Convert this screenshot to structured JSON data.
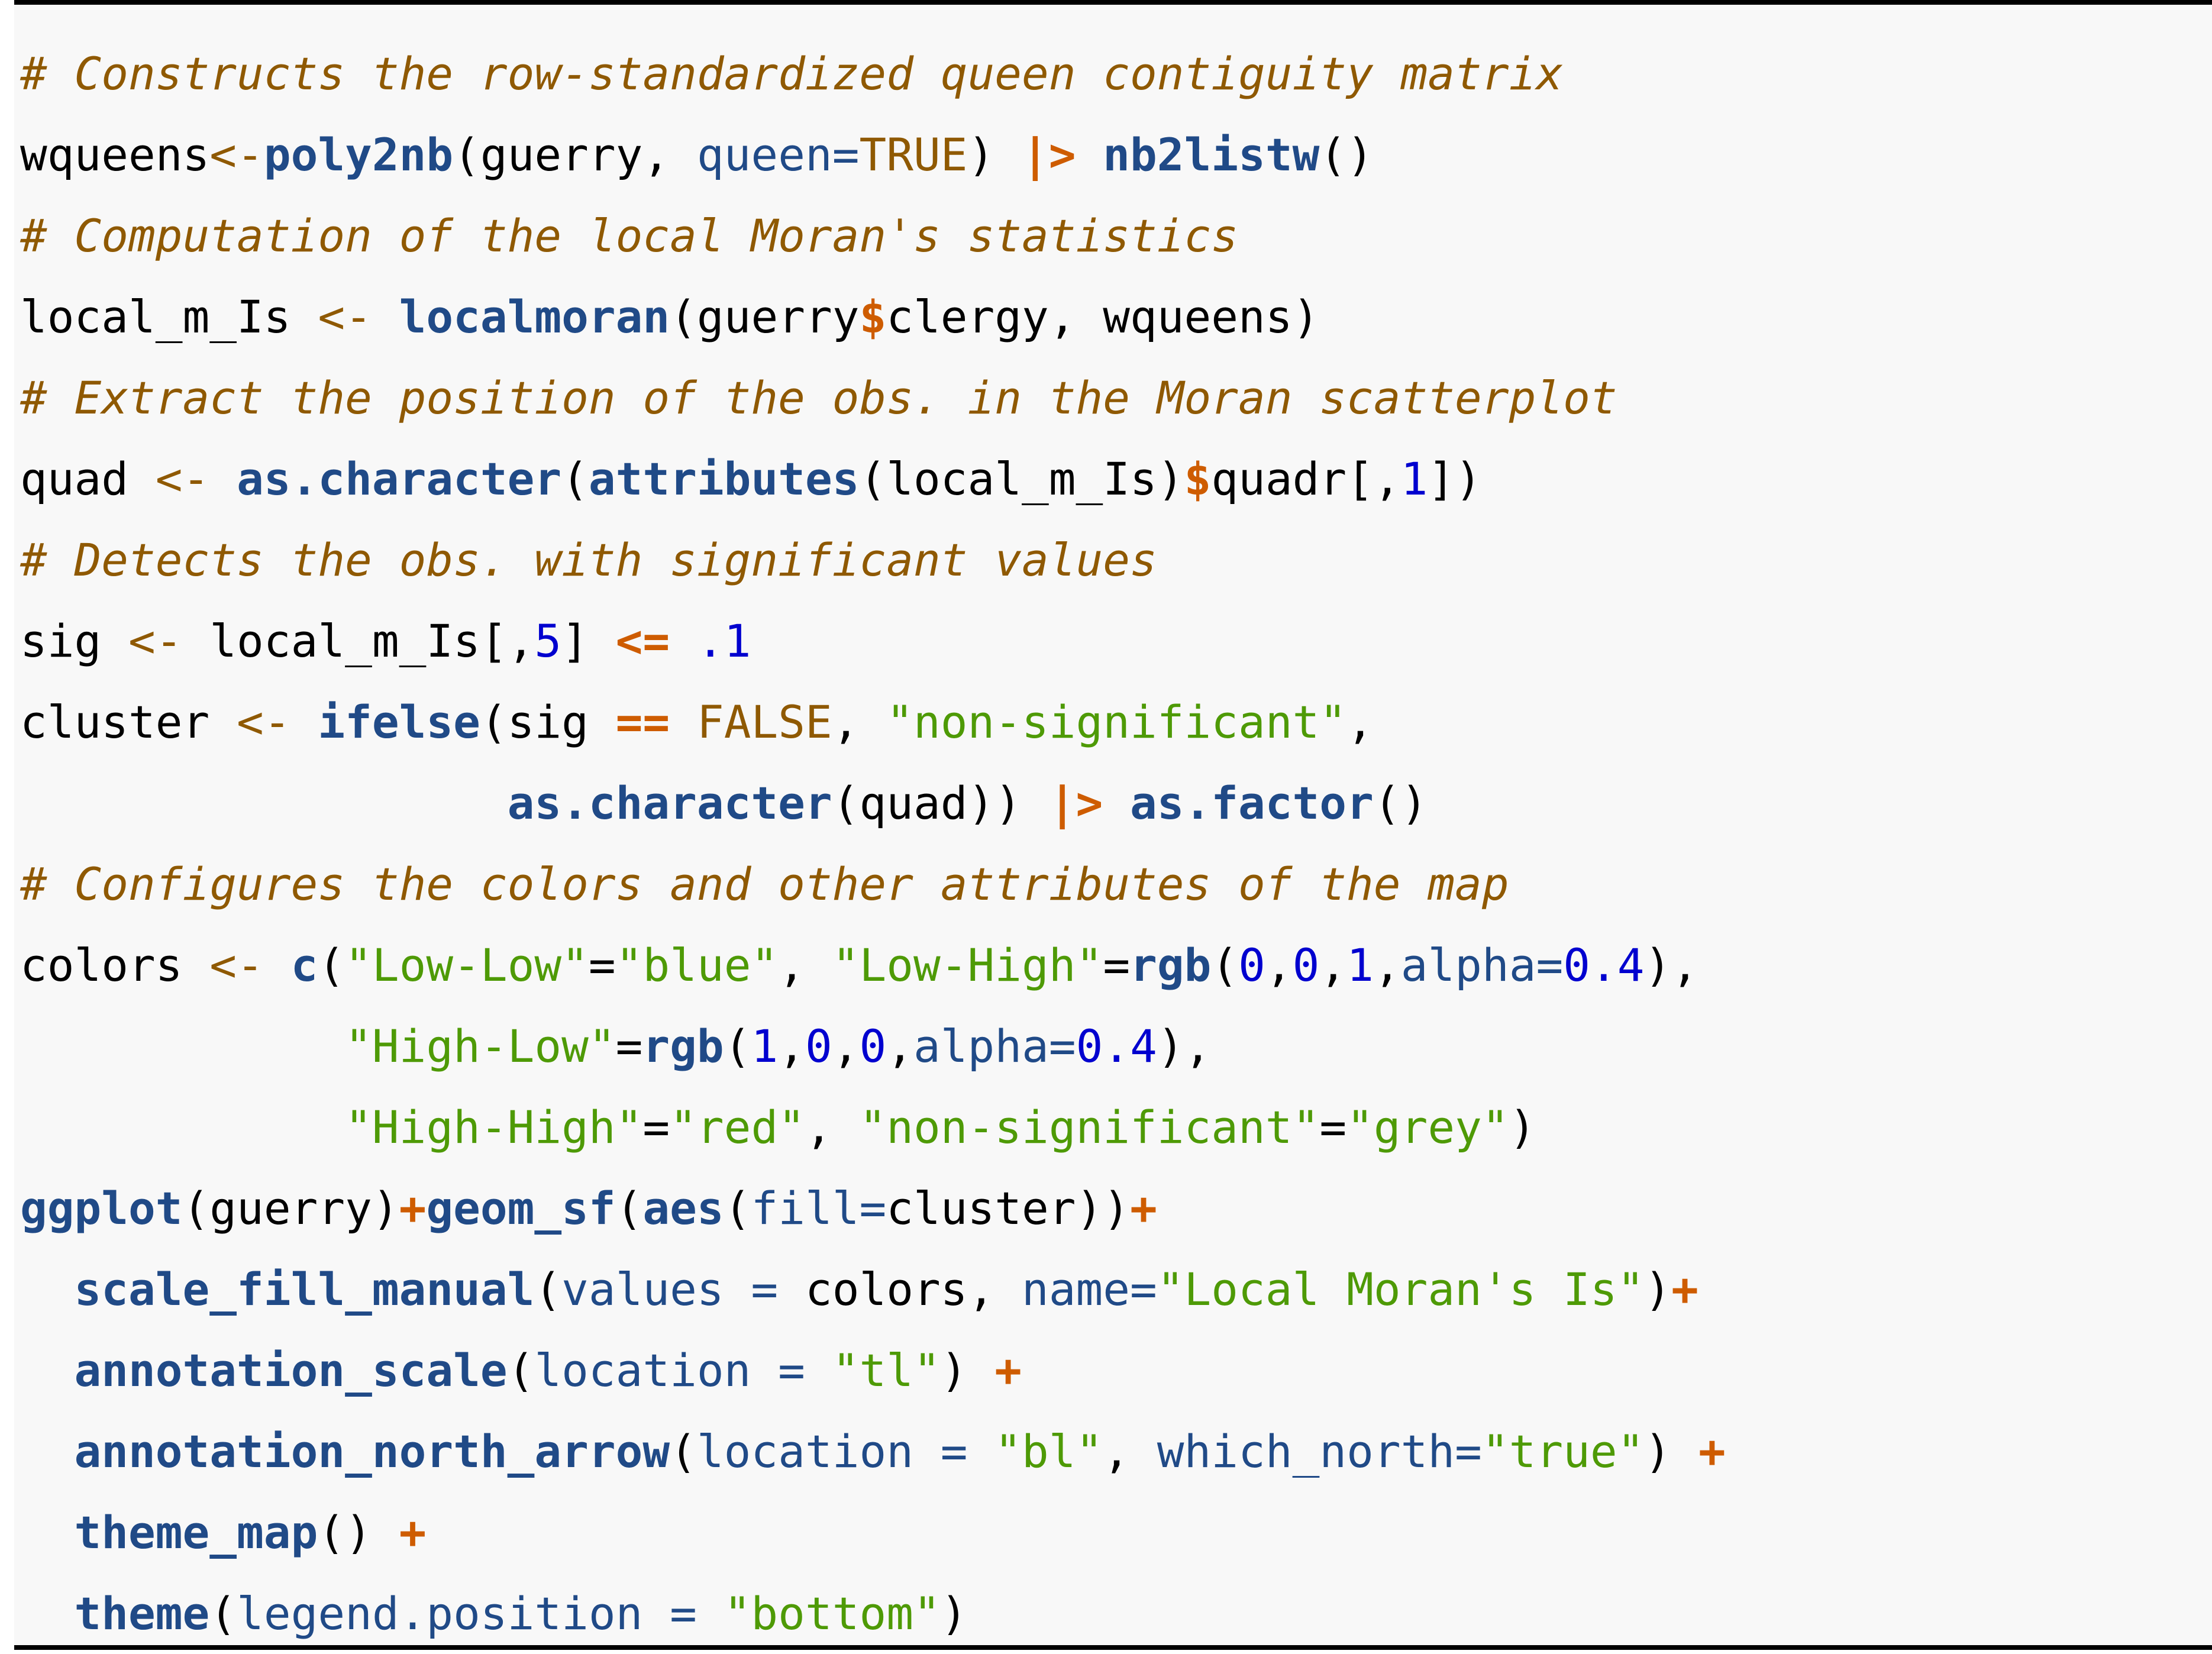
{
  "code": {
    "language": "r",
    "lines": [
      [
        {
          "t": "comment",
          "v": "# Constructs the row-standardized queen contiguity matrix"
        }
      ],
      [
        {
          "t": "plain",
          "v": "wqueens"
        },
        {
          "t": "assign",
          "v": "<-"
        },
        {
          "t": "function",
          "v": "poly2nb"
        },
        {
          "t": "plain",
          "v": "(guerry, "
        },
        {
          "t": "argument",
          "v": "queen="
        },
        {
          "t": "constant",
          "v": "TRUE"
        },
        {
          "t": "plain",
          "v": ") "
        },
        {
          "t": "operator",
          "v": "|>"
        },
        {
          "t": "plain",
          "v": " "
        },
        {
          "t": "function",
          "v": "nb2listw"
        },
        {
          "t": "plain",
          "v": "()"
        }
      ],
      [
        {
          "t": "comment",
          "v": "# Computation of the local Moran's statistics"
        }
      ],
      [
        {
          "t": "plain",
          "v": "local_m_Is "
        },
        {
          "t": "assign",
          "v": "<-"
        },
        {
          "t": "plain",
          "v": " "
        },
        {
          "t": "function",
          "v": "localmoran"
        },
        {
          "t": "plain",
          "v": "(guerry"
        },
        {
          "t": "operator",
          "v": "$"
        },
        {
          "t": "plain",
          "v": "clergy, wqueens)"
        }
      ],
      [
        {
          "t": "comment",
          "v": "# Extract the position of the obs. in the Moran scatterplot"
        }
      ],
      [
        {
          "t": "plain",
          "v": "quad "
        },
        {
          "t": "assign",
          "v": "<-"
        },
        {
          "t": "plain",
          "v": " "
        },
        {
          "t": "function",
          "v": "as.character"
        },
        {
          "t": "plain",
          "v": "("
        },
        {
          "t": "function",
          "v": "attributes"
        },
        {
          "t": "plain",
          "v": "(local_m_Is)"
        },
        {
          "t": "operator",
          "v": "$"
        },
        {
          "t": "plain",
          "v": "quadr[,"
        },
        {
          "t": "number",
          "v": "1"
        },
        {
          "t": "plain",
          "v": "])"
        }
      ],
      [
        {
          "t": "comment",
          "v": "# Detects the obs. with significant values"
        }
      ],
      [
        {
          "t": "plain",
          "v": "sig "
        },
        {
          "t": "assign",
          "v": "<-"
        },
        {
          "t": "plain",
          "v": " local_m_Is[,"
        },
        {
          "t": "number",
          "v": "5"
        },
        {
          "t": "plain",
          "v": "] "
        },
        {
          "t": "operator",
          "v": "<="
        },
        {
          "t": "plain",
          "v": " "
        },
        {
          "t": "number",
          "v": ".1"
        }
      ],
      [
        {
          "t": "plain",
          "v": "cluster "
        },
        {
          "t": "assign",
          "v": "<-"
        },
        {
          "t": "plain",
          "v": " "
        },
        {
          "t": "function",
          "v": "ifelse"
        },
        {
          "t": "plain",
          "v": "(sig "
        },
        {
          "t": "operator",
          "v": "=="
        },
        {
          "t": "plain",
          "v": " "
        },
        {
          "t": "constant",
          "v": "FALSE"
        },
        {
          "t": "plain",
          "v": ", "
        },
        {
          "t": "string",
          "v": "\"non-significant\""
        },
        {
          "t": "plain",
          "v": ","
        }
      ],
      [
        {
          "t": "plain",
          "v": "                  "
        },
        {
          "t": "function",
          "v": "as.character"
        },
        {
          "t": "plain",
          "v": "(quad)) "
        },
        {
          "t": "operator",
          "v": "|>"
        },
        {
          "t": "plain",
          "v": " "
        },
        {
          "t": "function",
          "v": "as.factor"
        },
        {
          "t": "plain",
          "v": "()"
        }
      ],
      [
        {
          "t": "comment",
          "v": "# Configures the colors and other attributes of the map"
        }
      ],
      [
        {
          "t": "plain",
          "v": "colors "
        },
        {
          "t": "assign",
          "v": "<-"
        },
        {
          "t": "plain",
          "v": " "
        },
        {
          "t": "function",
          "v": "c"
        },
        {
          "t": "plain",
          "v": "("
        },
        {
          "t": "string",
          "v": "\"Low-Low\""
        },
        {
          "t": "plain",
          "v": "="
        },
        {
          "t": "string",
          "v": "\"blue\""
        },
        {
          "t": "plain",
          "v": ", "
        },
        {
          "t": "string",
          "v": "\"Low-High\""
        },
        {
          "t": "plain",
          "v": "="
        },
        {
          "t": "function",
          "v": "rgb"
        },
        {
          "t": "plain",
          "v": "("
        },
        {
          "t": "number",
          "v": "0"
        },
        {
          "t": "plain",
          "v": ","
        },
        {
          "t": "number",
          "v": "0"
        },
        {
          "t": "plain",
          "v": ","
        },
        {
          "t": "number",
          "v": "1"
        },
        {
          "t": "plain",
          "v": ","
        },
        {
          "t": "argument",
          "v": "alpha="
        },
        {
          "t": "number",
          "v": "0.4"
        },
        {
          "t": "plain",
          "v": "),"
        }
      ],
      [
        {
          "t": "plain",
          "v": "            "
        },
        {
          "t": "string",
          "v": "\"High-Low\""
        },
        {
          "t": "plain",
          "v": "="
        },
        {
          "t": "function",
          "v": "rgb"
        },
        {
          "t": "plain",
          "v": "("
        },
        {
          "t": "number",
          "v": "1"
        },
        {
          "t": "plain",
          "v": ","
        },
        {
          "t": "number",
          "v": "0"
        },
        {
          "t": "plain",
          "v": ","
        },
        {
          "t": "number",
          "v": "0"
        },
        {
          "t": "plain",
          "v": ","
        },
        {
          "t": "argument",
          "v": "alpha="
        },
        {
          "t": "number",
          "v": "0.4"
        },
        {
          "t": "plain",
          "v": "),"
        }
      ],
      [
        {
          "t": "plain",
          "v": "            "
        },
        {
          "t": "string",
          "v": "\"High-High\""
        },
        {
          "t": "plain",
          "v": "="
        },
        {
          "t": "string",
          "v": "\"red\""
        },
        {
          "t": "plain",
          "v": ", "
        },
        {
          "t": "string",
          "v": "\"non-significant\""
        },
        {
          "t": "plain",
          "v": "="
        },
        {
          "t": "string",
          "v": "\"grey\""
        },
        {
          "t": "plain",
          "v": ")"
        }
      ],
      [
        {
          "t": "function",
          "v": "ggplot"
        },
        {
          "t": "plain",
          "v": "(guerry)"
        },
        {
          "t": "operator",
          "v": "+"
        },
        {
          "t": "function",
          "v": "geom_sf"
        },
        {
          "t": "plain",
          "v": "("
        },
        {
          "t": "function",
          "v": "aes"
        },
        {
          "t": "plain",
          "v": "("
        },
        {
          "t": "argument",
          "v": "fill="
        },
        {
          "t": "plain",
          "v": "cluster))"
        },
        {
          "t": "operator",
          "v": "+"
        }
      ],
      [
        {
          "t": "plain",
          "v": "  "
        },
        {
          "t": "function",
          "v": "scale_fill_manual"
        },
        {
          "t": "plain",
          "v": "("
        },
        {
          "t": "argument",
          "v": "values = "
        },
        {
          "t": "plain",
          "v": "colors, "
        },
        {
          "t": "argument",
          "v": "name="
        },
        {
          "t": "string",
          "v": "\"Local Moran's Is\""
        },
        {
          "t": "plain",
          "v": ")"
        },
        {
          "t": "operator",
          "v": "+"
        }
      ],
      [
        {
          "t": "plain",
          "v": "  "
        },
        {
          "t": "function",
          "v": "annotation_scale"
        },
        {
          "t": "plain",
          "v": "("
        },
        {
          "t": "argument",
          "v": "location = "
        },
        {
          "t": "string",
          "v": "\"tl\""
        },
        {
          "t": "plain",
          "v": ") "
        },
        {
          "t": "operator",
          "v": "+"
        }
      ],
      [
        {
          "t": "plain",
          "v": "  "
        },
        {
          "t": "function",
          "v": "annotation_north_arrow"
        },
        {
          "t": "plain",
          "v": "("
        },
        {
          "t": "argument",
          "v": "location = "
        },
        {
          "t": "string",
          "v": "\"bl\""
        },
        {
          "t": "plain",
          "v": ", "
        },
        {
          "t": "argument",
          "v": "which_north="
        },
        {
          "t": "string",
          "v": "\"true\""
        },
        {
          "t": "plain",
          "v": ") "
        },
        {
          "t": "operator",
          "v": "+"
        }
      ],
      [
        {
          "t": "plain",
          "v": "  "
        },
        {
          "t": "function",
          "v": "theme_map"
        },
        {
          "t": "plain",
          "v": "() "
        },
        {
          "t": "operator",
          "v": "+"
        }
      ],
      [
        {
          "t": "plain",
          "v": "  "
        },
        {
          "t": "function",
          "v": "theme"
        },
        {
          "t": "plain",
          "v": "("
        },
        {
          "t": "argument",
          "v": "legend.position = "
        },
        {
          "t": "string",
          "v": "\"bottom\""
        },
        {
          "t": "plain",
          "v": ")"
        }
      ]
    ]
  },
  "colors": {
    "background": "#f8f8f8",
    "rule": "#000000",
    "comment": "#8f5902",
    "function": "#204a87",
    "operator": "#ce5c00",
    "string": "#4e9a06",
    "number": "#0000cf"
  }
}
